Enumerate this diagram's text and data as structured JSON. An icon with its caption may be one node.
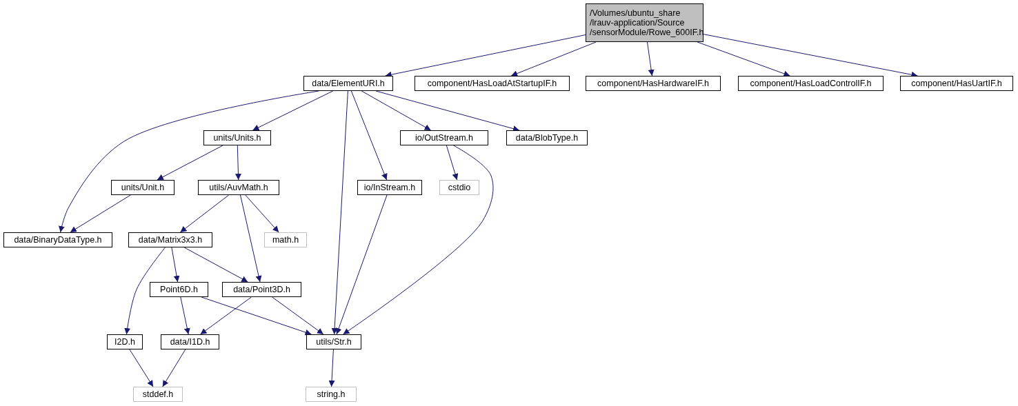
{
  "diagram": {
    "nodes": [
      {
        "text": [
          "/Volumes/ubuntu_share /lrauv-application/Source /sensorModule/Rowe_600IF.h"
        ]
      },
      {
        "text": [
          "data/ElementURI.h"
        ]
      },
      {
        "text": [
          "component/HasLoadAtStartupIF.h"
        ]
      },
      {
        "text": [
          "component/HasHardwareIF.h"
        ]
      },
      {
        "text": [
          "component/HasLoadControlIF.h"
        ]
      },
      {
        "text": [
          "component/HasUartIF.h"
        ]
      },
      {
        "text": [
          "units/Units.h"
        ]
      },
      {
        "text": [
          "io/OutStream.h"
        ]
      },
      {
        "text": [
          "data/BlobType.h"
        ]
      },
      {
        "text": [
          "units/Unit.h"
        ]
      },
      {
        "text": [
          "utils/AuvMath.h"
        ]
      },
      {
        "text": [
          "io/InStream.h"
        ]
      },
      {
        "text": [
          "cstdio"
        ]
      },
      {
        "text": [
          "data/BinaryDataType.h"
        ]
      },
      {
        "text": [
          "data/Matrix3x3.h"
        ]
      },
      {
        "text": [
          "math.h"
        ]
      },
      {
        "text": [
          "Point6D.h"
        ]
      },
      {
        "text": [
          "data/Point3D.h"
        ]
      },
      {
        "text": [
          "I2D.h"
        ]
      },
      {
        "text": [
          "data/I1D.h"
        ]
      },
      {
        "text": [
          "utils/Str.h"
        ]
      },
      {
        "text": [
          "stddef.h"
        ]
      },
      {
        "text": [
          "string.h"
        ]
      }
    ],
    "edges": [
      {
        "from": 0,
        "to": 1,
        "arrow": "to"
      },
      {
        "from": 0,
        "to": 2,
        "arrow": "to"
      },
      {
        "from": 0,
        "to": 3,
        "arrow": "to"
      },
      {
        "from": 0,
        "to": 4,
        "arrow": "to"
      },
      {
        "from": 0,
        "to": 5,
        "arrow": "to"
      },
      {
        "from": 1,
        "to": 13,
        "arrow": "to"
      },
      {
        "from": 1,
        "to": 6,
        "arrow": "to"
      },
      {
        "from": 1,
        "to": 20,
        "arrow": "to"
      },
      {
        "from": 1,
        "to": 11,
        "arrow": "to"
      },
      {
        "from": 1,
        "to": 7,
        "arrow": "to"
      },
      {
        "from": 1,
        "to": 8,
        "arrow": "to"
      },
      {
        "from": 6,
        "to": 9,
        "arrow": "to"
      },
      {
        "from": 6,
        "to": 10,
        "arrow": "to"
      },
      {
        "from": 9,
        "to": 13,
        "arrow": "to"
      },
      {
        "from": 10,
        "to": 14,
        "arrow": "to"
      },
      {
        "from": 10,
        "to": 15,
        "arrow": "to"
      },
      {
        "from": 10,
        "to": 17,
        "arrow": "to"
      },
      {
        "from": 14,
        "to": 16,
        "arrow": "to"
      },
      {
        "from": 14,
        "to": 17,
        "arrow": "to"
      },
      {
        "from": 14,
        "to": 18,
        "arrow": "to"
      },
      {
        "from": 16,
        "to": 19,
        "arrow": "to"
      },
      {
        "from": 16,
        "to": 20,
        "arrow": "to"
      },
      {
        "from": 17,
        "to": 19,
        "arrow": "to"
      },
      {
        "from": 17,
        "to": 20,
        "arrow": "to"
      },
      {
        "from": 11,
        "to": 20,
        "arrow": "to"
      },
      {
        "from": 7,
        "to": 12,
        "arrow": "to"
      },
      {
        "from": 7,
        "to": 20,
        "arrow": "to"
      },
      {
        "from": 18,
        "to": 21,
        "arrow": "to"
      },
      {
        "from": 19,
        "to": 21,
        "arrow": "to"
      },
      {
        "from": 20,
        "to": 22,
        "arrow": "to"
      }
    ]
  }
}
